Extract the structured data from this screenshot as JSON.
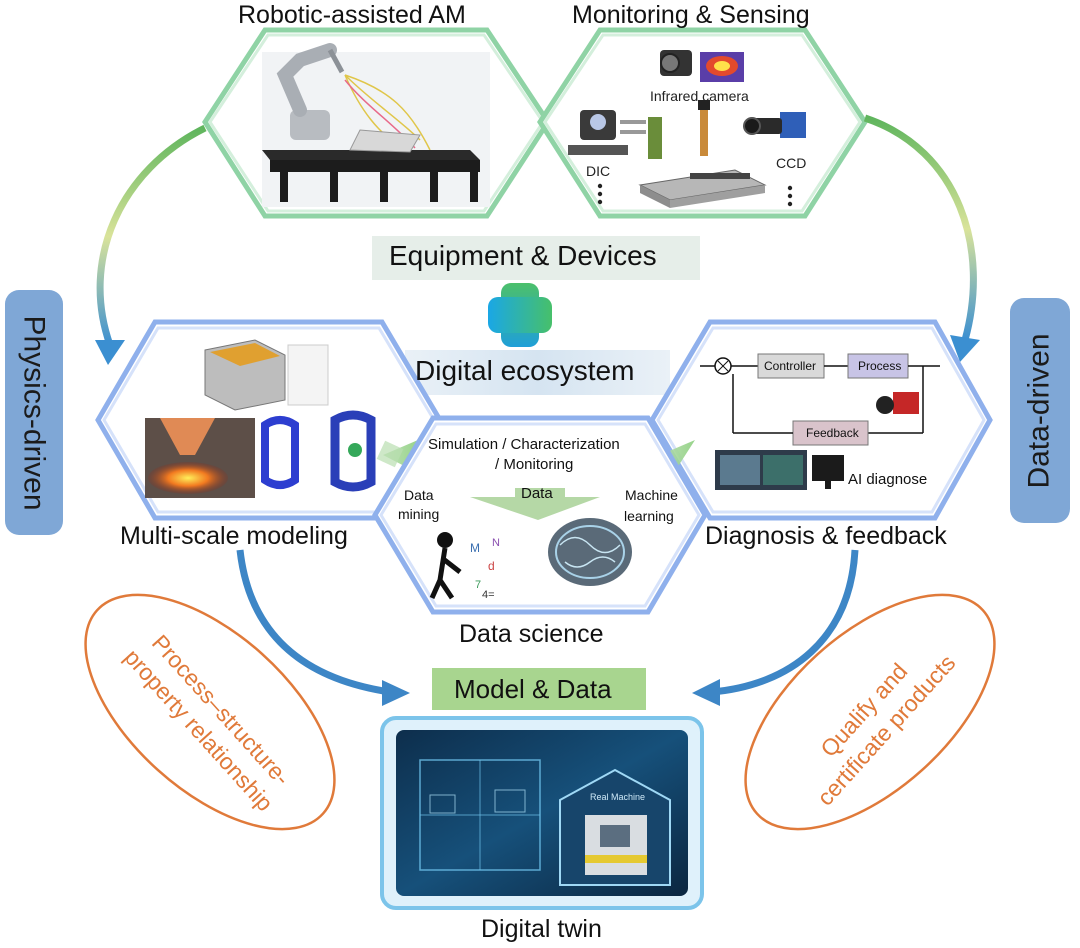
{
  "top": {
    "left_title": "Robotic-assisted AM",
    "right_title": "Monitoring & Sensing",
    "infrared_label": "Infrared camera",
    "dic_label": "DIC",
    "ccd_label": "CCD"
  },
  "center": {
    "equipment_label": "Equipment & Devices",
    "ecosystem_label": "Digital ecosystem",
    "data_science_label": "Data science",
    "sim_line1": "Simulation  / Characterization",
    "sim_line2": "/ Monitoring",
    "data_arrow_label": "Data",
    "data_mining_line1": "Data",
    "data_mining_line2": "mining",
    "ml_line1": "Machine",
    "ml_line2": "learning"
  },
  "left": {
    "side_label": "Physics-driven",
    "hex_title": "Multi-scale modeling",
    "oval_line1": "Process–structure-",
    "oval_line2": "property relationship"
  },
  "right": {
    "side_label": "Data-driven",
    "hex_title": "Diagnosis & feedback",
    "controller_label": "Controller",
    "process_label": "Process",
    "feedback_label": "Feedback",
    "ai_label": "AI diagnose",
    "oval_line1": "Qualify and",
    "oval_line2": "certificate products"
  },
  "bottom": {
    "model_data_label": "Model & Data",
    "digital_twin_label": "Digital twin",
    "real_machine_label": "Real Machine"
  },
  "colors": {
    "green_hex": "#7fcf9c",
    "blue_hex": "#8fb0ec",
    "side_pill": "#7fa7d6",
    "oval_orange": "#e07a3a",
    "arrow_blue": "#3d86c6",
    "model_data_bg": "#a8d58f",
    "equipment_bg": "#e6eee9",
    "ecosystem_bg": "#dde8f3"
  }
}
